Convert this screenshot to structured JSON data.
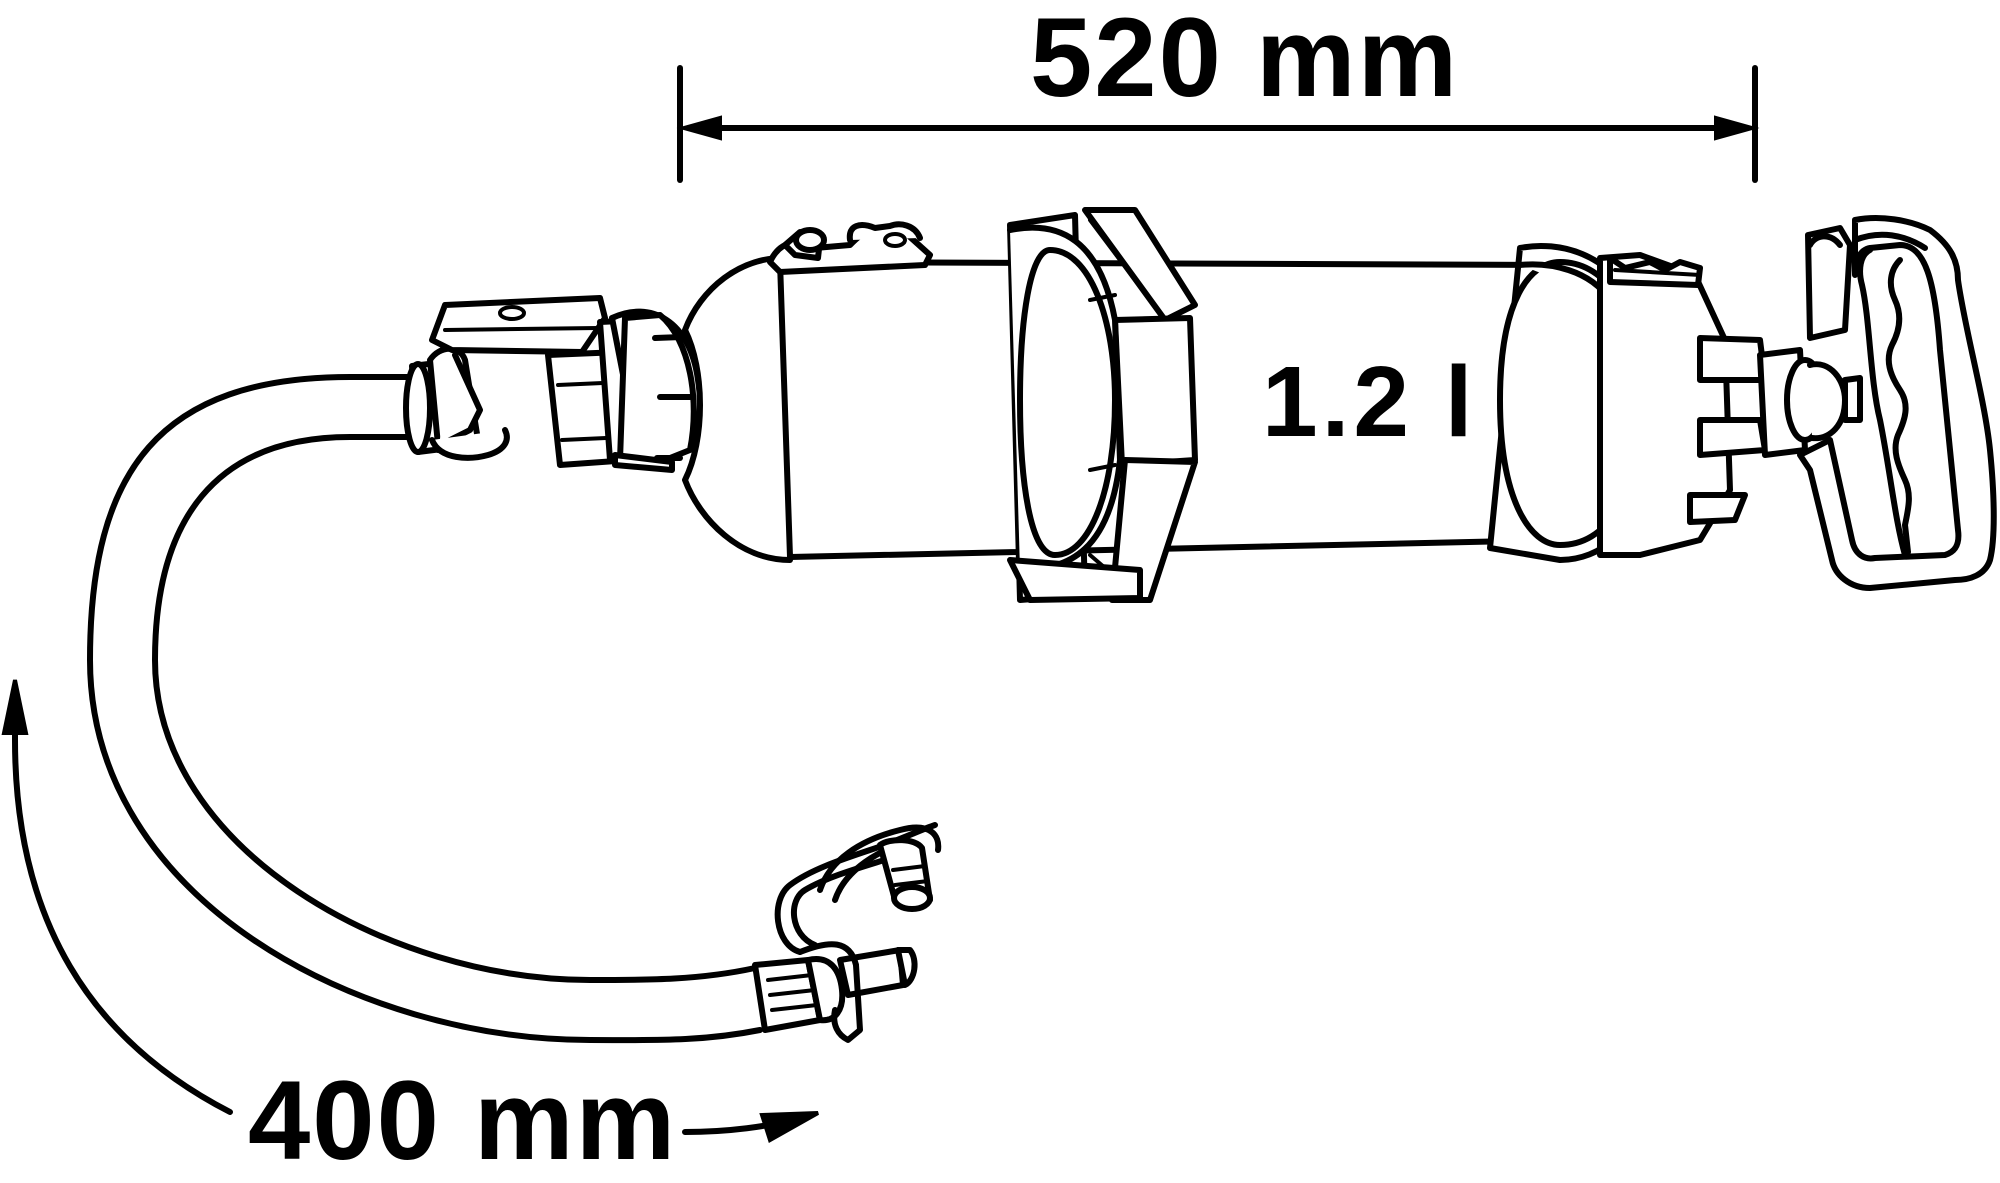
{
  "dimensions": {
    "length": "520 mm",
    "hose_length": "400 mm"
  },
  "labels": {
    "volume": "1.2 l"
  },
  "colors": {
    "line": "#000000",
    "background": "#ffffff"
  },
  "icons": {
    "length_arrow": "double-arrow",
    "hose_arrow": "curved-arrow"
  }
}
